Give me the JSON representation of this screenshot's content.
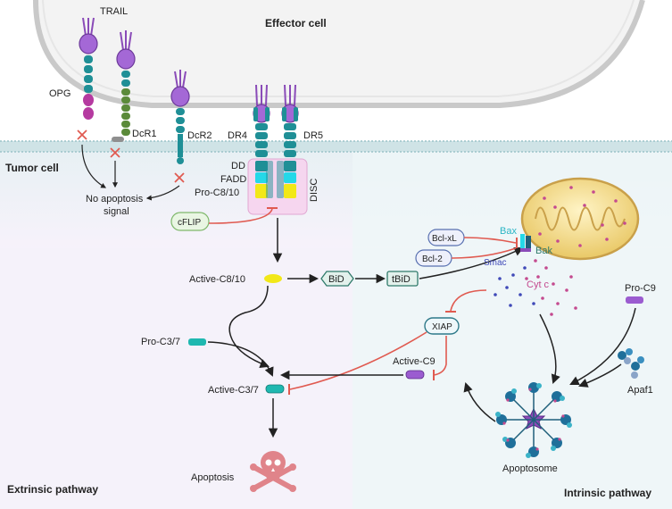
{
  "regions": {
    "effector": "Effector cell",
    "tumor": "Tumor cell",
    "extrinsic": "Extrinsic pathway",
    "intrinsic": "Intrinsic pathway"
  },
  "receptors": {
    "trail": "TRAIL",
    "opg": "OPG",
    "dcr1": "DcR1",
    "dcr2": "DcR2",
    "dr4": "DR4",
    "dr5": "DR5"
  },
  "disc": {
    "dd": "DD",
    "fadd": "FADD",
    "proc810": "Pro-C8/10",
    "disc": "DISC"
  },
  "nodes": {
    "no_apoptosis": [
      "No apoptosis",
      "signal"
    ],
    "cflip": "cFLIP",
    "active_c810": "Active-C8/10",
    "bid": "BiD",
    "tbid": "tBiD",
    "bclxl": "Bcl-xL",
    "bcl2": "Bcl-2",
    "bax": "Bax",
    "bak": "Bak",
    "smac": "Smac",
    "cytc": "Cyt c",
    "xiap": "XIAP",
    "proc9": "Pro-C9",
    "apaf1": "Apaf1",
    "apoptosome": "Apoptosome",
    "activec9": "Active-C9",
    "proc37": "Pro-C3/7",
    "activec37": "Active-C3/7",
    "apoptosis": "Apoptosis"
  },
  "colors": {
    "teal": "#1f8f96",
    "cyan": "#25d8e8",
    "yellow": "#f2e818",
    "purple": "#9b5cd0",
    "inhibit": "#e05a50",
    "arrow": "#222222",
    "membrane": "#cfe3e6",
    "skull": "#e0848a"
  }
}
